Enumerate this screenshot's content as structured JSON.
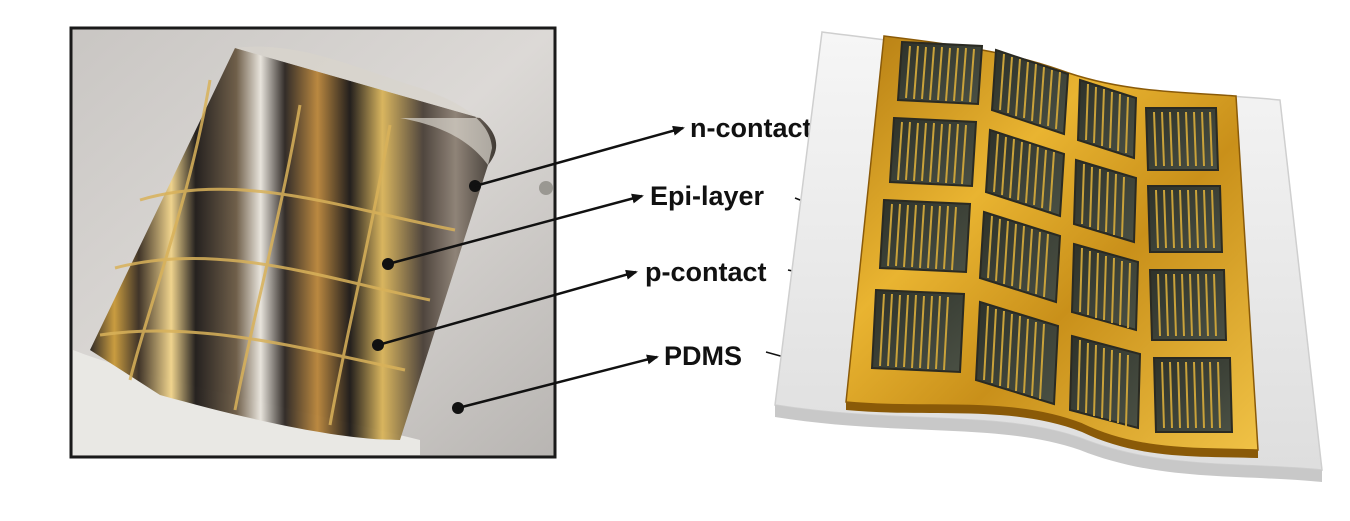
{
  "labels": {
    "n_contact": "n-contact",
    "epi_layer": "Epi-layer",
    "p_contact": "p-contact",
    "pdms": "PDMS"
  },
  "colors": {
    "gold": "#d9a21c",
    "gold_dark": "#8a5a08",
    "cell_dark": "#3c4035",
    "pdms_white": "#eeeeee",
    "arrow": "#111111"
  },
  "device_grid": {
    "rows": 4,
    "columns": 4,
    "fingers_per_cell": 10
  }
}
